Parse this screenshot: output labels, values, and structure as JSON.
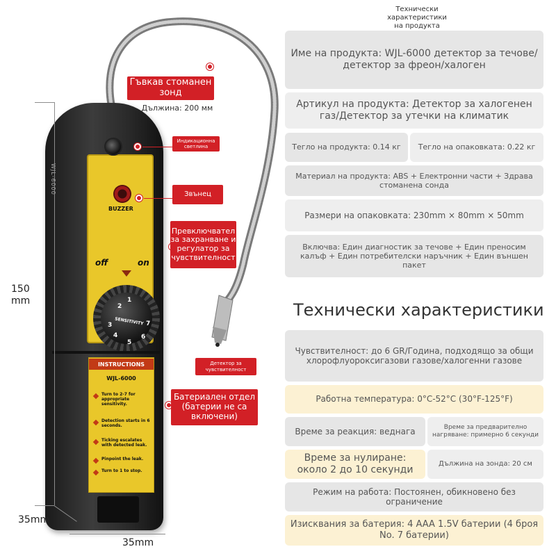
{
  "header": {
    "title": "Технически характеристики на продукта"
  },
  "specs": {
    "product_name": "Име на продукта: WJL-6000 детектор за течове/детектор за фреон/халоген",
    "article": "Артикул на продукта: Детектор за халогенен газ/Детектор за утечки на климатик",
    "weight": "Тегло на продукта: 0.14 кг",
    "package_weight": "Тегло на опаковката: 0.22 кг",
    "material": "Материал на продукта: ABS + Електронни части + Здрава стоманена сонда",
    "package_dims": "Размери на опаковката: 230mm × 80mm × 50mm",
    "includes": "Включва: Един диагностик за течове + Един преносим калъф + Един потребителски наръчник + Един външен пакет"
  },
  "tech": {
    "title": "Технически характеристики",
    "sensitivity": "Чувствителност: до 6 GR/Година, подходящо за общи хлорофлуороксигазови газове/халогенни газове",
    "temperature": "Работна температура: 0°C-52°C (30°F-125°F)",
    "response": "Време за реакция: веднага",
    "preheat": "Време за предварително нагряване: примерно 6 секунди",
    "reset": "Време за нулиране: около 2 до 10 секунди",
    "probe_length": "Дължина на зонда: 20 см",
    "mode": "Режим на работа: Постоянен, обикновено без ограничение",
    "battery": "Изисквания за батерия: 4 AAA 1.5V батерии (4 броя No. 7 батерии)"
  },
  "callouts": {
    "probe": "Гъвкав стоманен зонд",
    "probe_length": "Дължина: 200 мм",
    "indicator": "Индикационна светлина",
    "buzzer": "Звънец",
    "switch": "Превключвател за захранване и регулатор за чувствителност",
    "detector": "Детектор за чувствителност",
    "battery": "Батериален отдел (батерии не са включени)"
  },
  "device": {
    "buzzer_label": "BUZZER",
    "off_label": "off",
    "on_label": "on",
    "sensitivity_label": "SENSITIVITY",
    "dial_numbers": [
      "1",
      "2",
      "3",
      "4",
      "5",
      "6",
      "7"
    ],
    "side_text": "WJL-6000",
    "instructions_head": "INSTRUCTIONS",
    "model": "WJL-6000",
    "steps": [
      "Turn to 2-7 for appropriate sensitivity.",
      "Detection starts in 6 seconds.",
      "Ticking escalates with detected leak.",
      "Pinpoint the leak.",
      "Turn to 1 to stop."
    ]
  },
  "dimensions": {
    "height": "150 mm",
    "depth": "35mm",
    "width": "35mm"
  },
  "colors": {
    "accent": "#d22026",
    "device_yellow": "#e9c72a",
    "spec_gray": "#e6e6e6",
    "spec_yellow": "#fcf1d3"
  }
}
